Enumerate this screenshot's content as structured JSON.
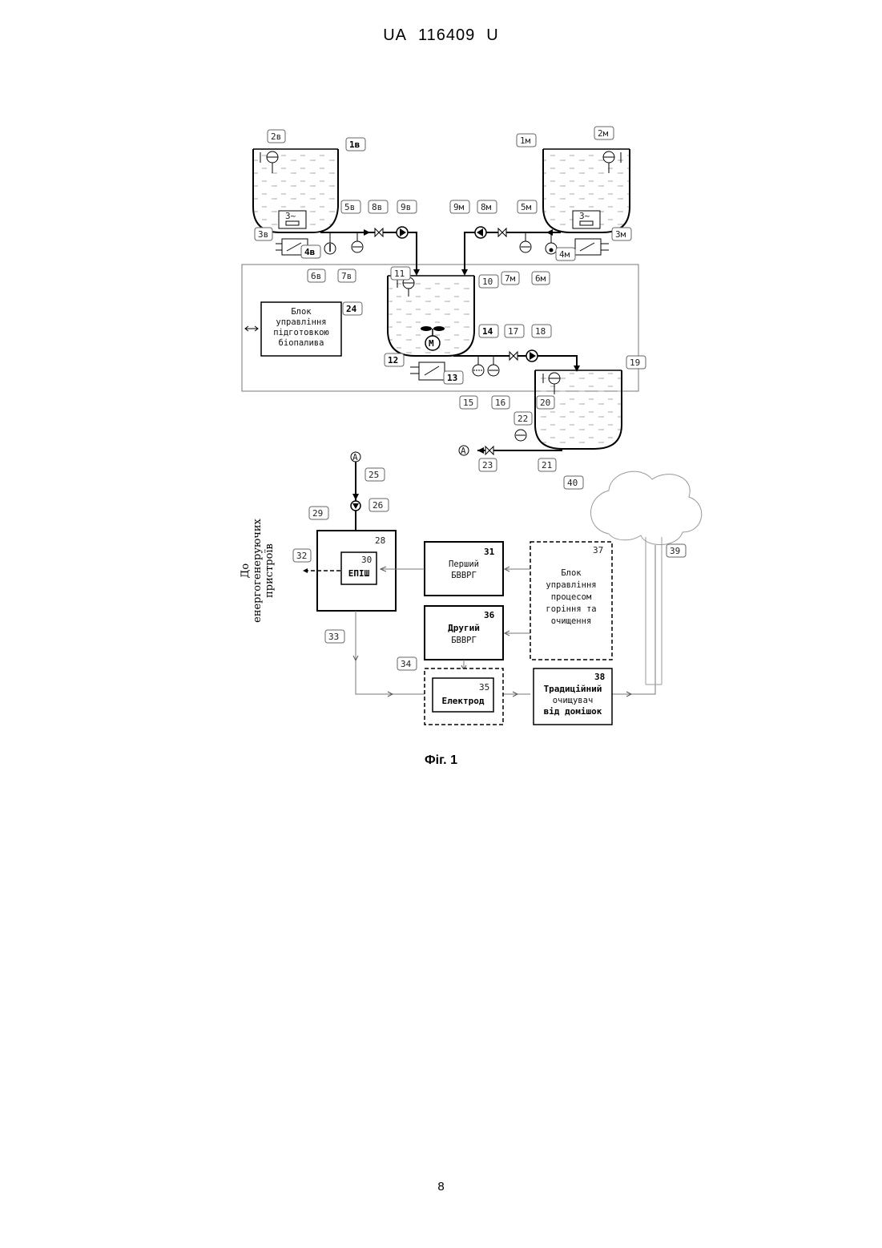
{
  "header": {
    "prefix": "UA",
    "number": "116409",
    "suffix": "U"
  },
  "figure": {
    "caption": "Фіг. 1",
    "callouts": {
      "c1v": "1в",
      "c2v": "2в",
      "c3v": "3в",
      "c4v": "4в",
      "c5v": "5в",
      "c6v": "6в",
      "c7v": "7в",
      "c8v": "8в",
      "c9v": "9в",
      "c1m": "1м",
      "c2m": "2м",
      "c3m": "3м",
      "c4m": "4м",
      "c5m": "5м",
      "c6m": "6м",
      "c7m": "7м",
      "c8m": "8м",
      "c9m": "9м",
      "c10": "10",
      "c11": "11",
      "c12": "12",
      "c13": "13",
      "c14": "14",
      "c15": "15",
      "c16": "16",
      "c17": "17",
      "c18": "18",
      "c19": "19",
      "c20": "20",
      "c21": "21",
      "c22": "22",
      "c23": "23",
      "c24": "24",
      "c25": "25",
      "c26": "26",
      "c29": "29",
      "c32": "32",
      "c33": "33",
      "c34": "34",
      "c39": "39",
      "c40": "40"
    },
    "block_numbers": {
      "n28": "28",
      "n30": "30",
      "n31": "31",
      "n35": "35",
      "n36": "36",
      "n37": "37",
      "n38": "38"
    },
    "heater_symbol": "3~",
    "motor_symbol": "M",
    "node_a": "A",
    "blocks": {
      "control24": {
        "line1": "Блок",
        "line2": "управління",
        "line3": "підготовкою",
        "line4": "біопалива"
      },
      "epish": "ЕПІШ",
      "first": {
        "line1": "Перший",
        "line2": "БВВРГ"
      },
      "second": {
        "line1": "Другий",
        "line2": "БВВРГ"
      },
      "electrode": "Електрод",
      "control37": {
        "line1": "Блок",
        "line2": "управління",
        "line3": "процесом",
        "line4": "горіння та",
        "line5": "очищення"
      },
      "cleaner": {
        "line1": "Традиційний",
        "line2": "очищувач",
        "line3": "від домішок"
      }
    },
    "side_label": {
      "line1": "До",
      "line2": "енергогенеруючих",
      "line3": "пристроїв"
    }
  },
  "page_number": "8"
}
